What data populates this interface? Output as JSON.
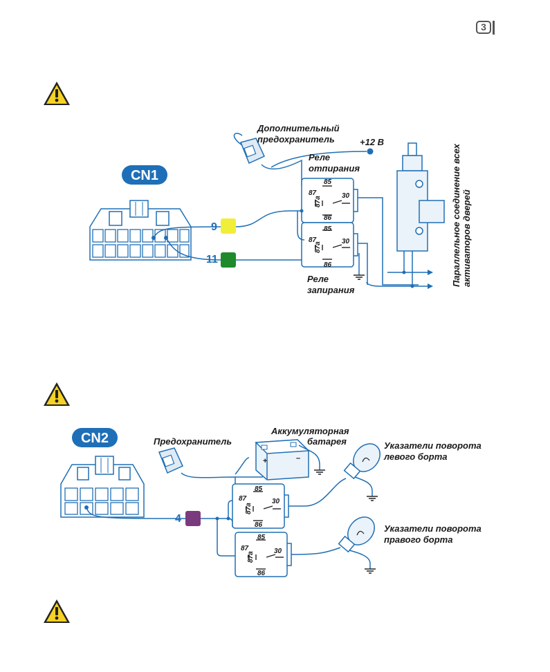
{
  "page": {
    "number": "3"
  },
  "colors": {
    "wire": "#1f6fb5",
    "pin9": "#f1ee3a",
    "pin11": "#1f8a2b",
    "pin4": "#7a3b7e",
    "badge": "#1e6fb8"
  },
  "diagram1": {
    "connector": "CN1",
    "pin_a": "9",
    "pin_b": "11",
    "extra_fuse": [
      "Дополнительный",
      "предохранитель"
    ],
    "plus12": "+12 В",
    "relay_unlock": [
      "Реле",
      "отпирания"
    ],
    "relay_lock": [
      "Реле",
      "запирания"
    ],
    "relay_pins": {
      "p85": "85",
      "p86": "86",
      "p87": "87",
      "p87a": "87a",
      "p30": "30"
    },
    "parallel": [
      "Параллельное соединение всех",
      "активаторов дверей"
    ]
  },
  "diagram2": {
    "connector": "CN2",
    "pin": "4",
    "fuse": "Предохранитель",
    "battery": [
      "Аккумуляторная",
      "батарея"
    ],
    "left_signal": [
      "Указатели поворота",
      "левого борта"
    ],
    "right_signal": [
      "Указатели поворота",
      "правого борта"
    ]
  },
  "icons": {
    "warning": "warning-triangle-icon"
  }
}
